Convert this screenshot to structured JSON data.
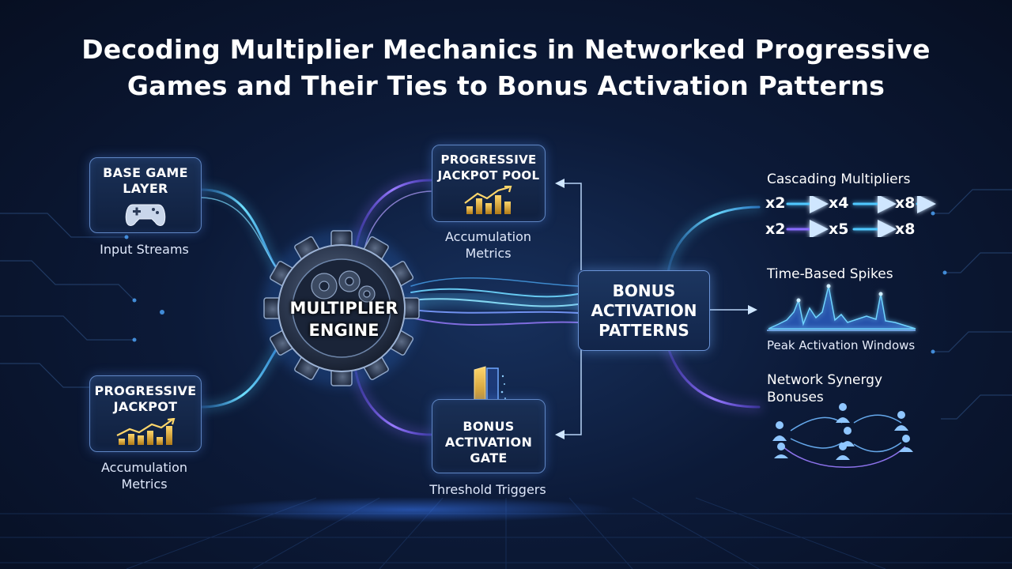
{
  "title_line1": "Decoding Multiplier Mechanics in Networked Progressive",
  "title_line2": "Games and Their Ties to Bonus Activation Patterns",
  "engine": {
    "line1": "MULTIPLIER",
    "line2": "ENGINE",
    "icon": "gear-icon"
  },
  "base_layer": {
    "line1": "BASE GAME",
    "line2": "LAYER",
    "caption": "Input Streams",
    "icon": "gamepad-icon"
  },
  "progressive_left": {
    "line1": "PROGRESSIVE",
    "line2": "JACKPOT",
    "caption1": "Accumulation",
    "caption2": "Metrics",
    "icon": "bar-chart-growth-icon"
  },
  "jackpot_pool": {
    "line1": "PROGRESSIVE",
    "line2": "JACKPOT POOL",
    "caption1": "Accumulation",
    "caption2": "Metrics",
    "icon": "bar-chart-growth-icon"
  },
  "gate": {
    "line1": "BONUS",
    "line2": "ACTIVATION",
    "line3": "GATE",
    "caption": "Threshold Triggers",
    "icon": "portal-gate-icon"
  },
  "bonus_patterns": {
    "line1": "BONUS",
    "line2": "ACTIVATION",
    "line3": "PATTERNS"
  },
  "cascading": {
    "label": "Cascading Multipliers",
    "row1": [
      "x2",
      "x4",
      "x8"
    ],
    "row2": [
      "x2",
      "x5",
      "x8"
    ]
  },
  "spikes": {
    "label": "Time-Based Spikes",
    "caption": "Peak Activation Windows"
  },
  "synergy": {
    "line1": "Network Synergy",
    "line2": "Bonuses",
    "icon": "people-network-icon"
  },
  "colors": {
    "cyan": "#4fc8ff",
    "violet": "#8a6cff",
    "gold": "#f2c14e",
    "card_border": "#5f86c4"
  }
}
